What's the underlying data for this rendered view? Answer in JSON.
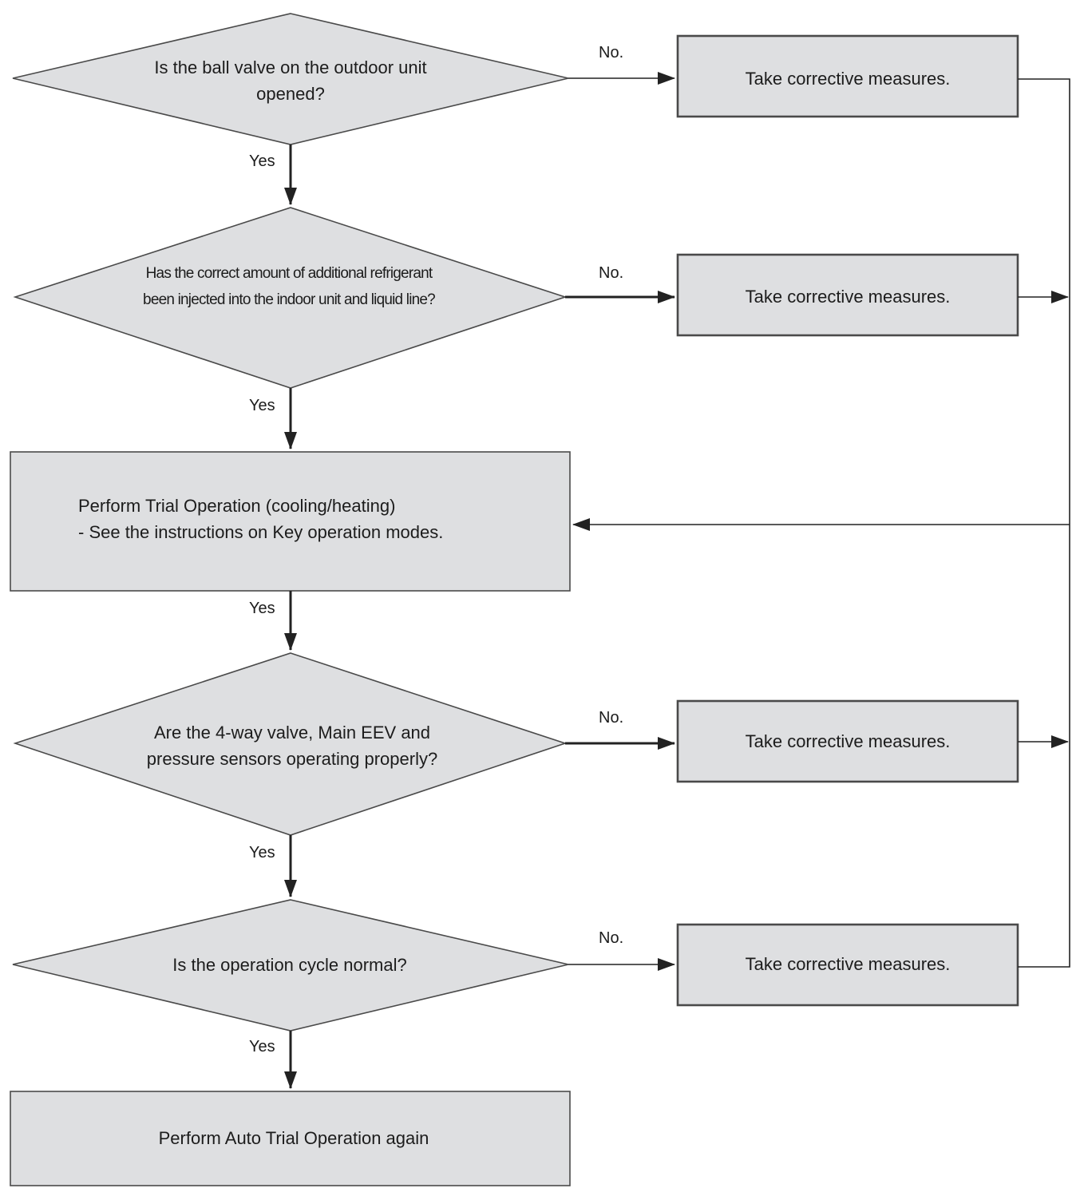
{
  "questions": {
    "ball_valve": [
      "Is the ball valve on the outdoor unit",
      "opened?"
    ],
    "refrigerant": [
      "Has the correct amount of additional refrigerant",
      "been injected into the indoor unit and liquid line?"
    ],
    "valves_sensors": [
      "Are the 4-way valve, Main EEV and",
      "pressure sensors operating properly?"
    ],
    "cycle": [
      "Is the operation cycle normal?"
    ]
  },
  "corrective_action": "Take corrective measures.",
  "trial_operation": [
    "Perform Trial Operation (cooling/heating)",
    "- See the instructions on Key operation modes."
  ],
  "auto_trial": "Perform Auto Trial Operation again",
  "edge_labels": {
    "yes": "Yes",
    "no": "No."
  }
}
